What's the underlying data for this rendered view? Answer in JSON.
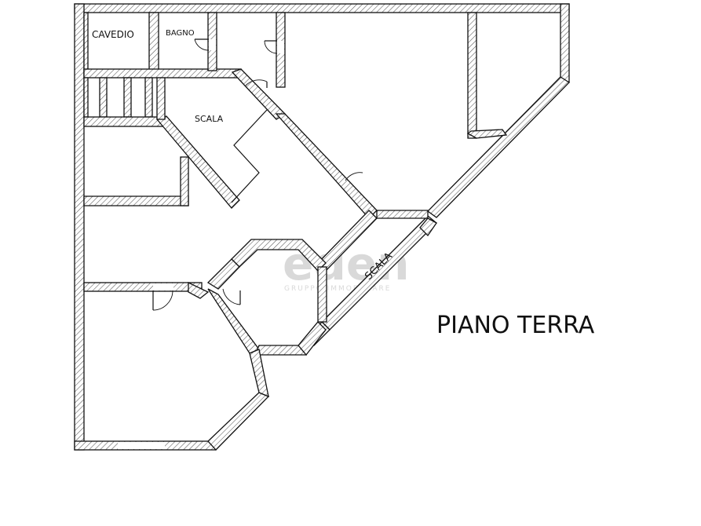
{
  "plan": {
    "title": "PIANO TERRA",
    "rooms": {
      "cavedio": "CAVEDIO",
      "bagno": "BAGNO",
      "scala_upper": "SCALA",
      "scala_lower": "SCALA"
    },
    "watermark": {
      "brand": "eden",
      "tagline": "GRUPPO IMMOBILIARE"
    }
  },
  "colors": {
    "line": "#111111",
    "hatch": "#555555",
    "watermark": "#d9d9d9",
    "background": "#ffffff"
  }
}
